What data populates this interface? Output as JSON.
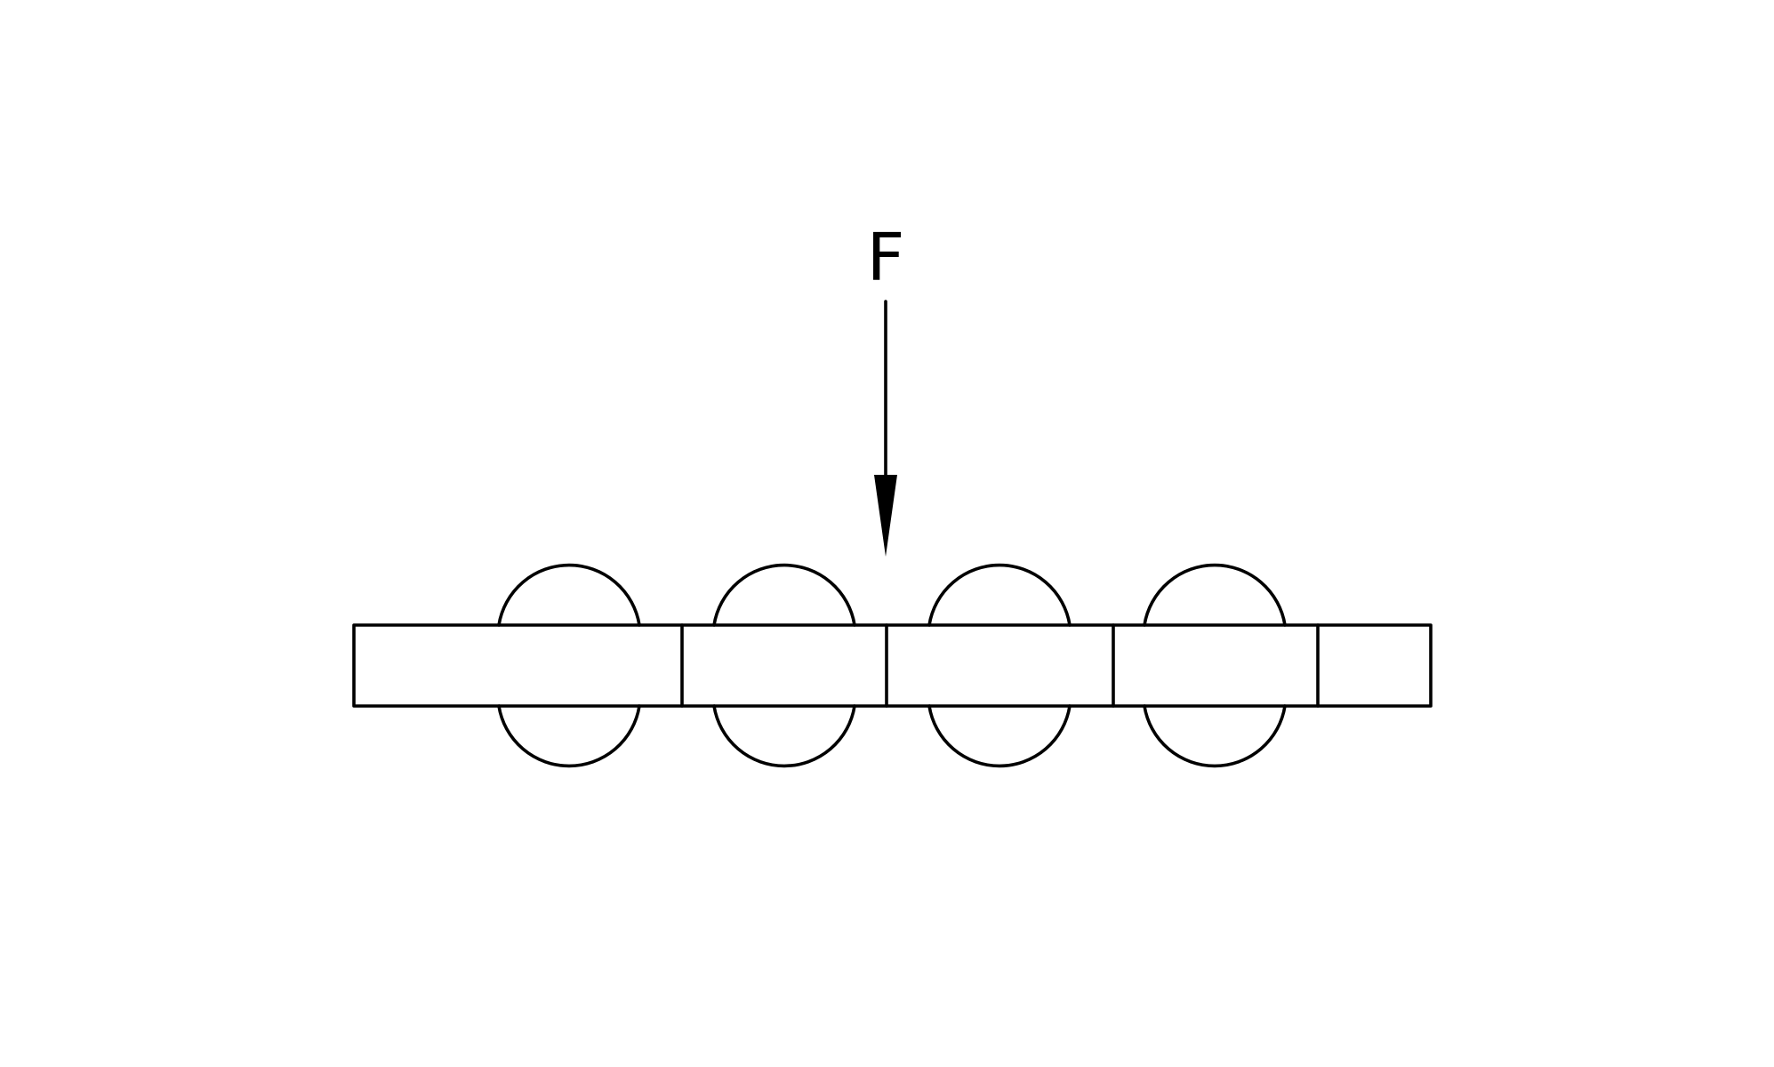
{
  "force": {
    "label": "F",
    "direction": "down"
  },
  "beam": {
    "segment_count": 5,
    "joint_count": 4
  },
  "supports": {
    "count": 4,
    "shape": "semicircle",
    "placement": "above-and-below"
  },
  "colors": {
    "line": "#000000",
    "background": "#ffffff"
  }
}
